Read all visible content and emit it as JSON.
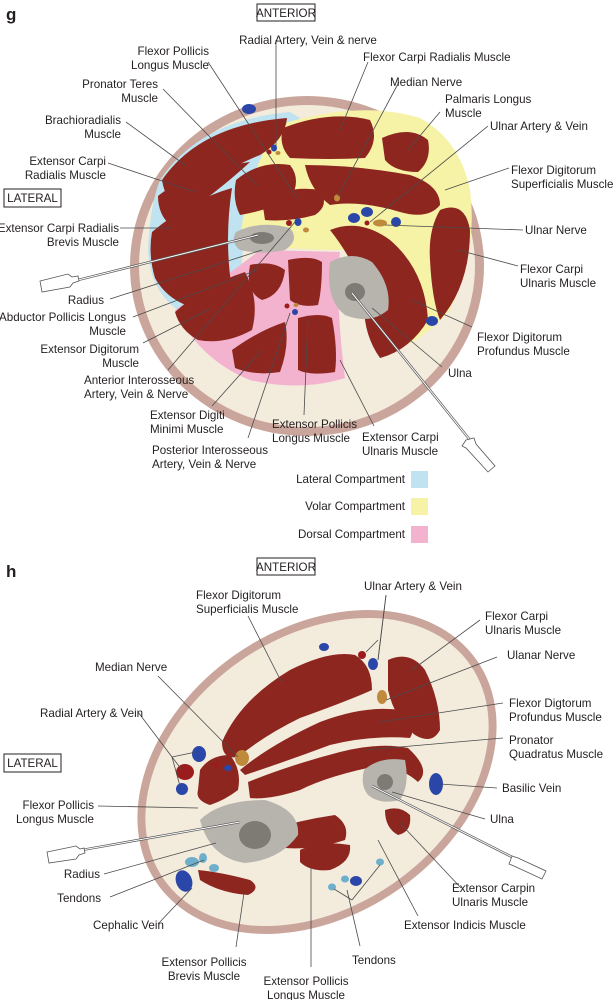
{
  "colors": {
    "muscle": "#8e2620",
    "skin": "#caa59b",
    "subcutaneous_fat": "#f3ebdc",
    "bone": "#b7b4ae",
    "vein": "#2a46a8",
    "artery": "#9a1c1c",
    "nerve": "#c08a3c",
    "tendon": "#6eb0cc",
    "lateral_compartment": "#bfe3f0",
    "volar_compartment": "#f6f2a6",
    "dorsal_compartment": "#f3b3cf"
  },
  "panel_g": {
    "letter": "g",
    "orientation": {
      "anterior": "ANTERIOR",
      "lateral": "LATERAL"
    },
    "labels": {
      "radial_artery": "Radial Artery, Vein & nerve",
      "fpl_1": "Flexor Pollicis",
      "fpl_2": "Longus Muscle",
      "fcr": "Flexor Carpi Radialis Muscle",
      "pt_1": "Pronator Teres",
      "pt_2": "Muscle",
      "median_nerve": "Median Nerve",
      "pl_1": "Palmaris Longus",
      "pl_2": "Muscle",
      "br_1": "Brachioradialis",
      "br_2": "Muscle",
      "ulnar_av": "Ulnar Artery & Vein",
      "ecr_1": "Extensor Carpi",
      "ecr_2": "Radialis Muscle",
      "fds_1": "Flexor Digitorum",
      "fds_2": "Superficialis Muscle",
      "ecrb_1": "Extensor Carpi Radialis",
      "ecrb_2": "Brevis Muscle",
      "ulnar_nerve": "Ulnar Nerve",
      "fcu_1": "Flexor Carpi",
      "fcu_2": "Ulnaris Muscle",
      "radius": "Radius",
      "apl_1": "Abductor Pollicis Longus",
      "apl_2": "Muscle",
      "fdp_1": "Flexor Digitorum",
      "fdp_2": "Profundus Muscle",
      "ed_1": "Extensor Digitorum",
      "ed_2": "Muscle",
      "ulna": "Ulna",
      "aiv_1": "Anterior Interosseous",
      "aiv_2": "Artery, Vein & Nerve",
      "edm_1": "Extensor Digiti",
      "edm_2": "Minimi Muscle",
      "epl_1": "Extensor Pollicis",
      "epl_2": "Longus Muscle",
      "ecu_1": "Extensor Carpi",
      "ecu_2": "Ulnaris Muscle",
      "piv_1": "Posterior Interosseous",
      "piv_2": "Artery, Vein & Nerve"
    },
    "legend": [
      {
        "label": "Lateral Compartment",
        "color": "#bfe3f0"
      },
      {
        "label": "Volar Compartment",
        "color": "#f6f2a6"
      },
      {
        "label": "Dorsal Compartment",
        "color": "#f3b3cf"
      }
    ]
  },
  "panel_h": {
    "letter": "h",
    "orientation": {
      "anterior": "ANTERIOR",
      "lateral": "LATERAL"
    },
    "labels": {
      "ulnar_av": "Ulnar Artery & Vein",
      "fds_1": "Flexor Digitorum",
      "fds_2": "Superficialis Muscle",
      "fcu_1": "Flexor Carpi",
      "fcu_2": "Ulnaris Muscle",
      "median_nerve": "Median Nerve",
      "ulnar_nerve": "Ulanar Nerve",
      "radial_av": "Radial Artery & Vein",
      "fdp_1": "Flexor Digtorum",
      "fdp_2": "Profundus Muscle",
      "pq_1": "Pronator",
      "pq_2": "Quadratus Muscle",
      "basilic_vein": "Basilic Vein",
      "fpl_1": "Flexor Pollicis",
      "fpl_2": "Longus Muscle",
      "ulna": "Ulna",
      "radius": "Radius",
      "tendons_left": "Tendons",
      "ecu_1": "Extensor Carpin",
      "ecu_2": "Ulnaris Muscle",
      "cephalic_vein": "Cephalic Vein",
      "ei": "Extensor Indicis Muscle",
      "tendons_right": "Tendons",
      "epb_1": "Extensor Pollicis",
      "epb_2": "Brevis Muscle",
      "epl_1": "Extensor Pollicis",
      "epl_2": "Longus Muscle"
    }
  }
}
